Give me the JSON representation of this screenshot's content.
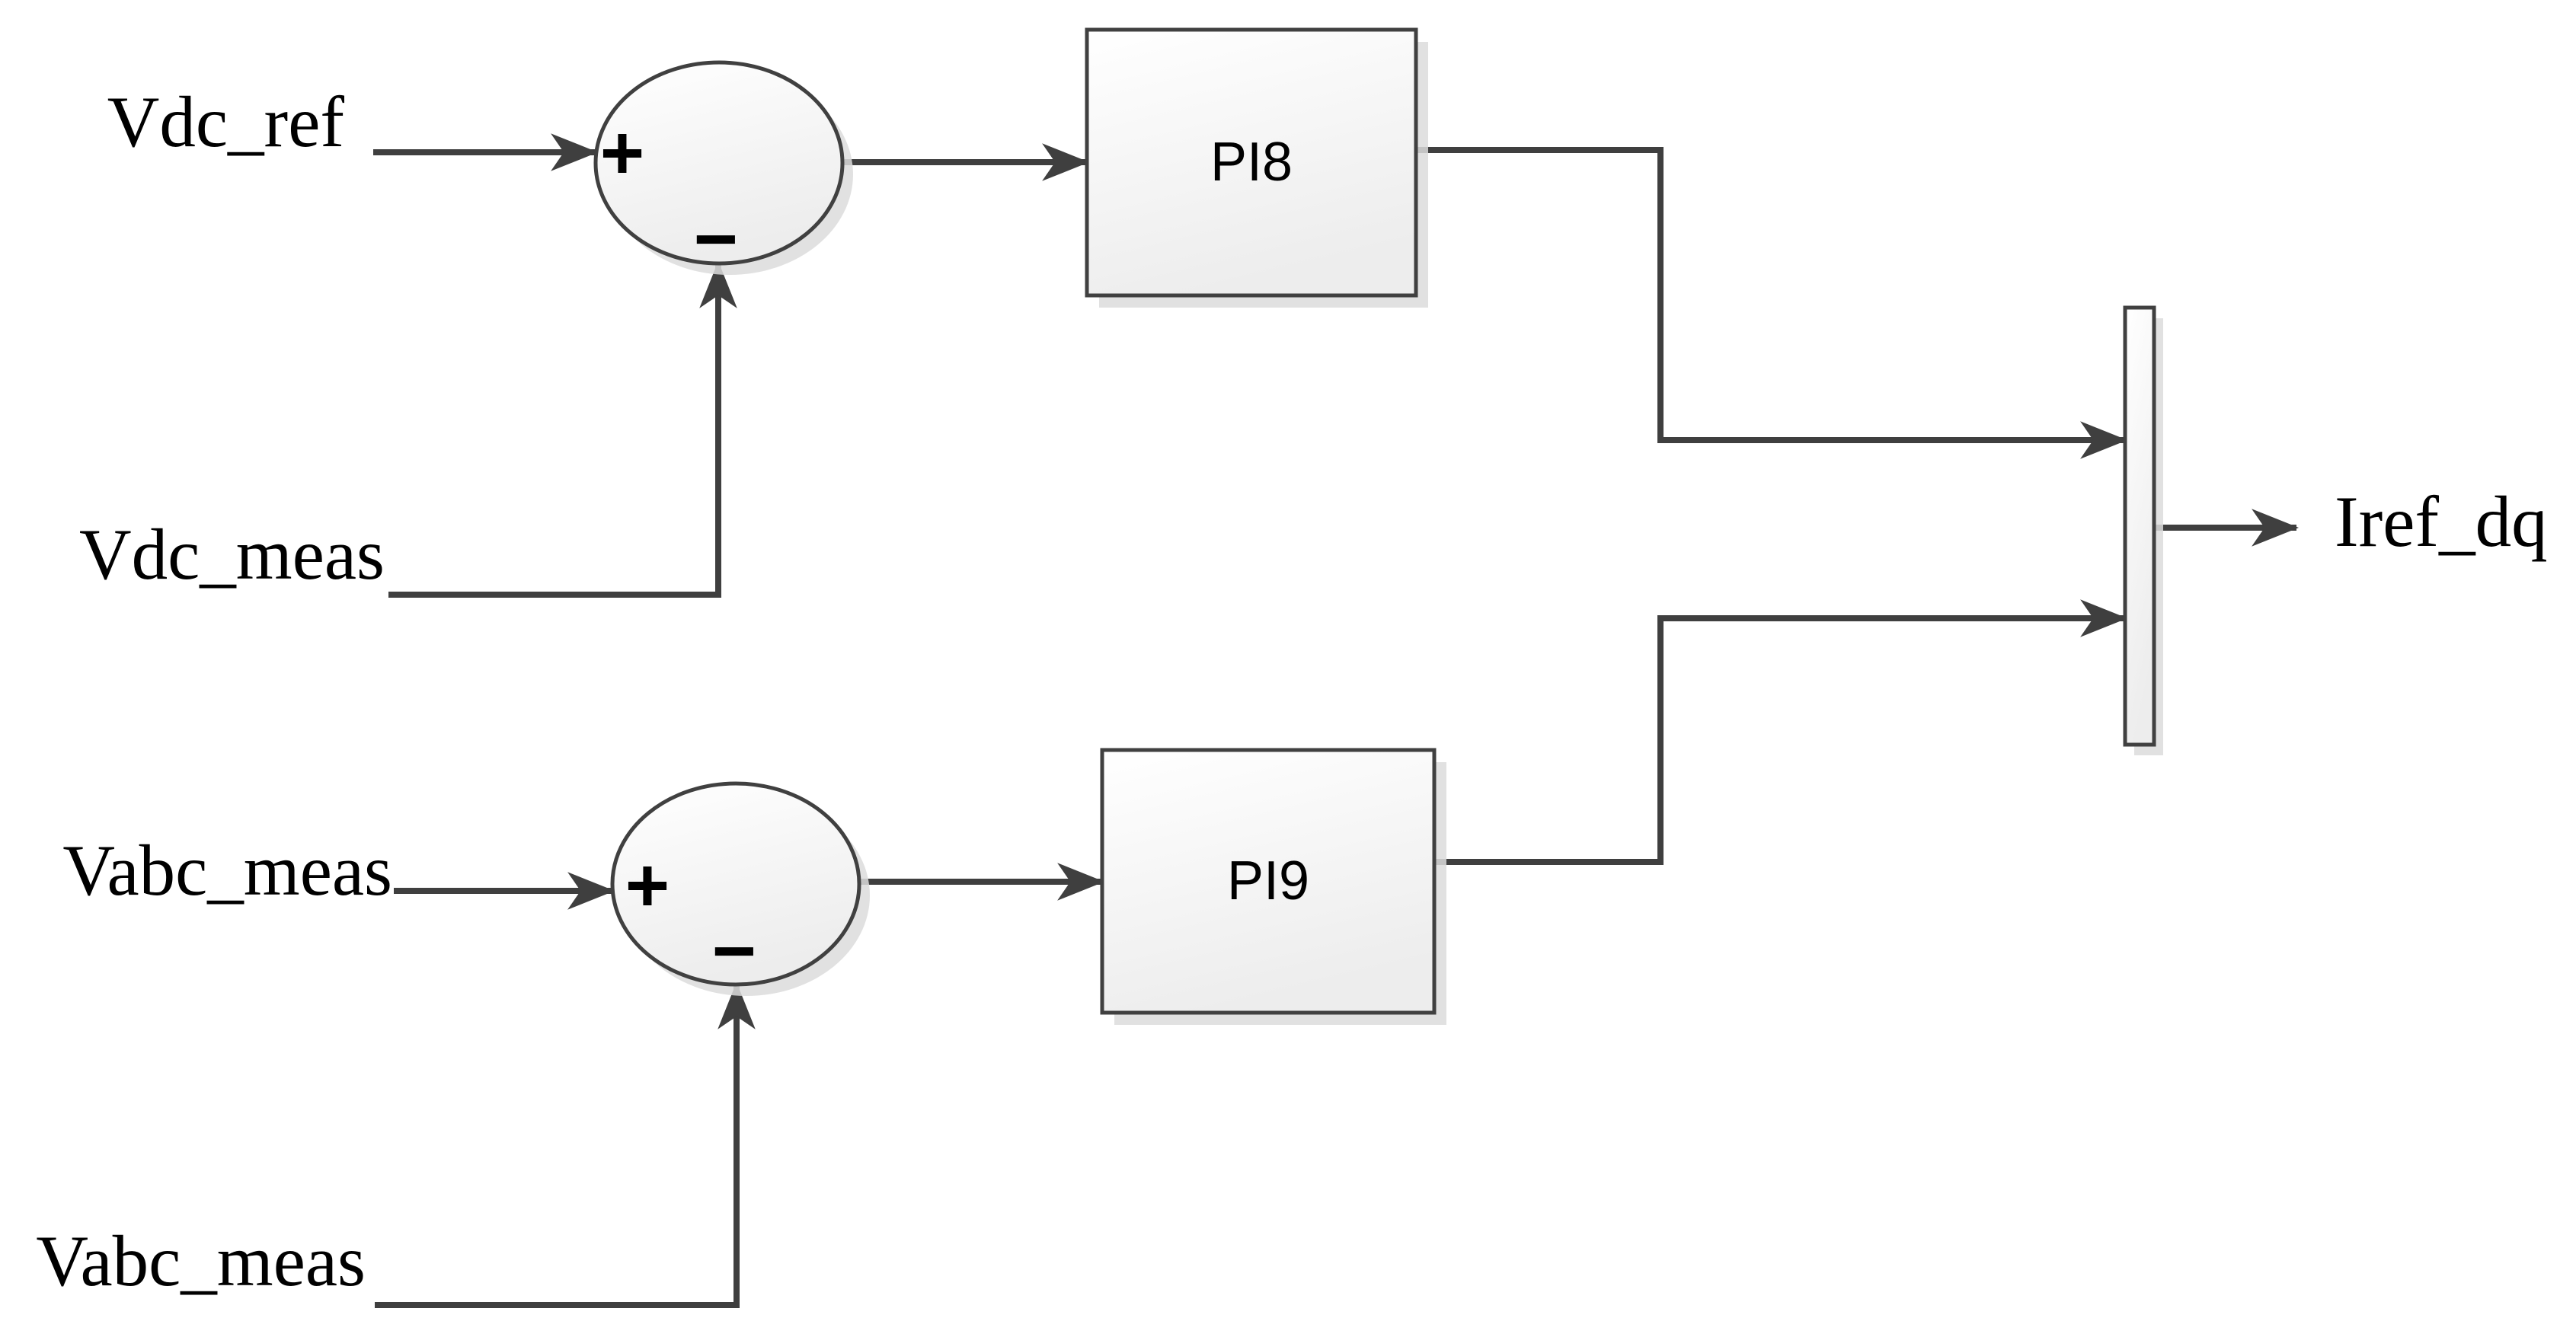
{
  "diagram": {
    "type": "control-block-diagram",
    "description": "DC voltage / AC voltage PI control loops producing dq current reference",
    "labels": {
      "vdc_ref": "Vdc_ref",
      "vdc_meas": "Vdc_meas",
      "vabc_meas_mid": "Vabc_meas",
      "vabc_meas_bottom": "Vabc_meas",
      "iref_dq": "Iref_dq",
      "pi8": "PI8",
      "pi9": "PI9",
      "sum1_plus": "+",
      "sum1_minus": "−",
      "sum2_plus": "+",
      "sum2_minus": "−"
    },
    "colors": {
      "background": "#ffffff",
      "line": "#3f3f3f",
      "shape_border": "#404040",
      "shape_fill_top": "#ffffff",
      "shape_fill_bottom": "#ededed",
      "shadow": "#dcdcdc",
      "text": "#000000"
    },
    "connections": [
      {
        "from": "vdc_ref",
        "to": "sum-junction-1",
        "sign": "+"
      },
      {
        "from": "vdc_meas",
        "to": "sum-junction-1",
        "sign": "−"
      },
      {
        "from": "sum-junction-1",
        "to": "pi8"
      },
      {
        "from": "pi8",
        "to": "mux",
        "port": "upper"
      },
      {
        "from": "vabc_meas_mid",
        "to": "sum-junction-2",
        "sign": "+"
      },
      {
        "from": "vabc_meas_bottom",
        "to": "sum-junction-2",
        "sign": "−"
      },
      {
        "from": "sum-junction-2",
        "to": "pi9"
      },
      {
        "from": "pi9",
        "to": "mux",
        "port": "lower"
      },
      {
        "from": "mux",
        "to": "iref_dq"
      }
    ]
  }
}
